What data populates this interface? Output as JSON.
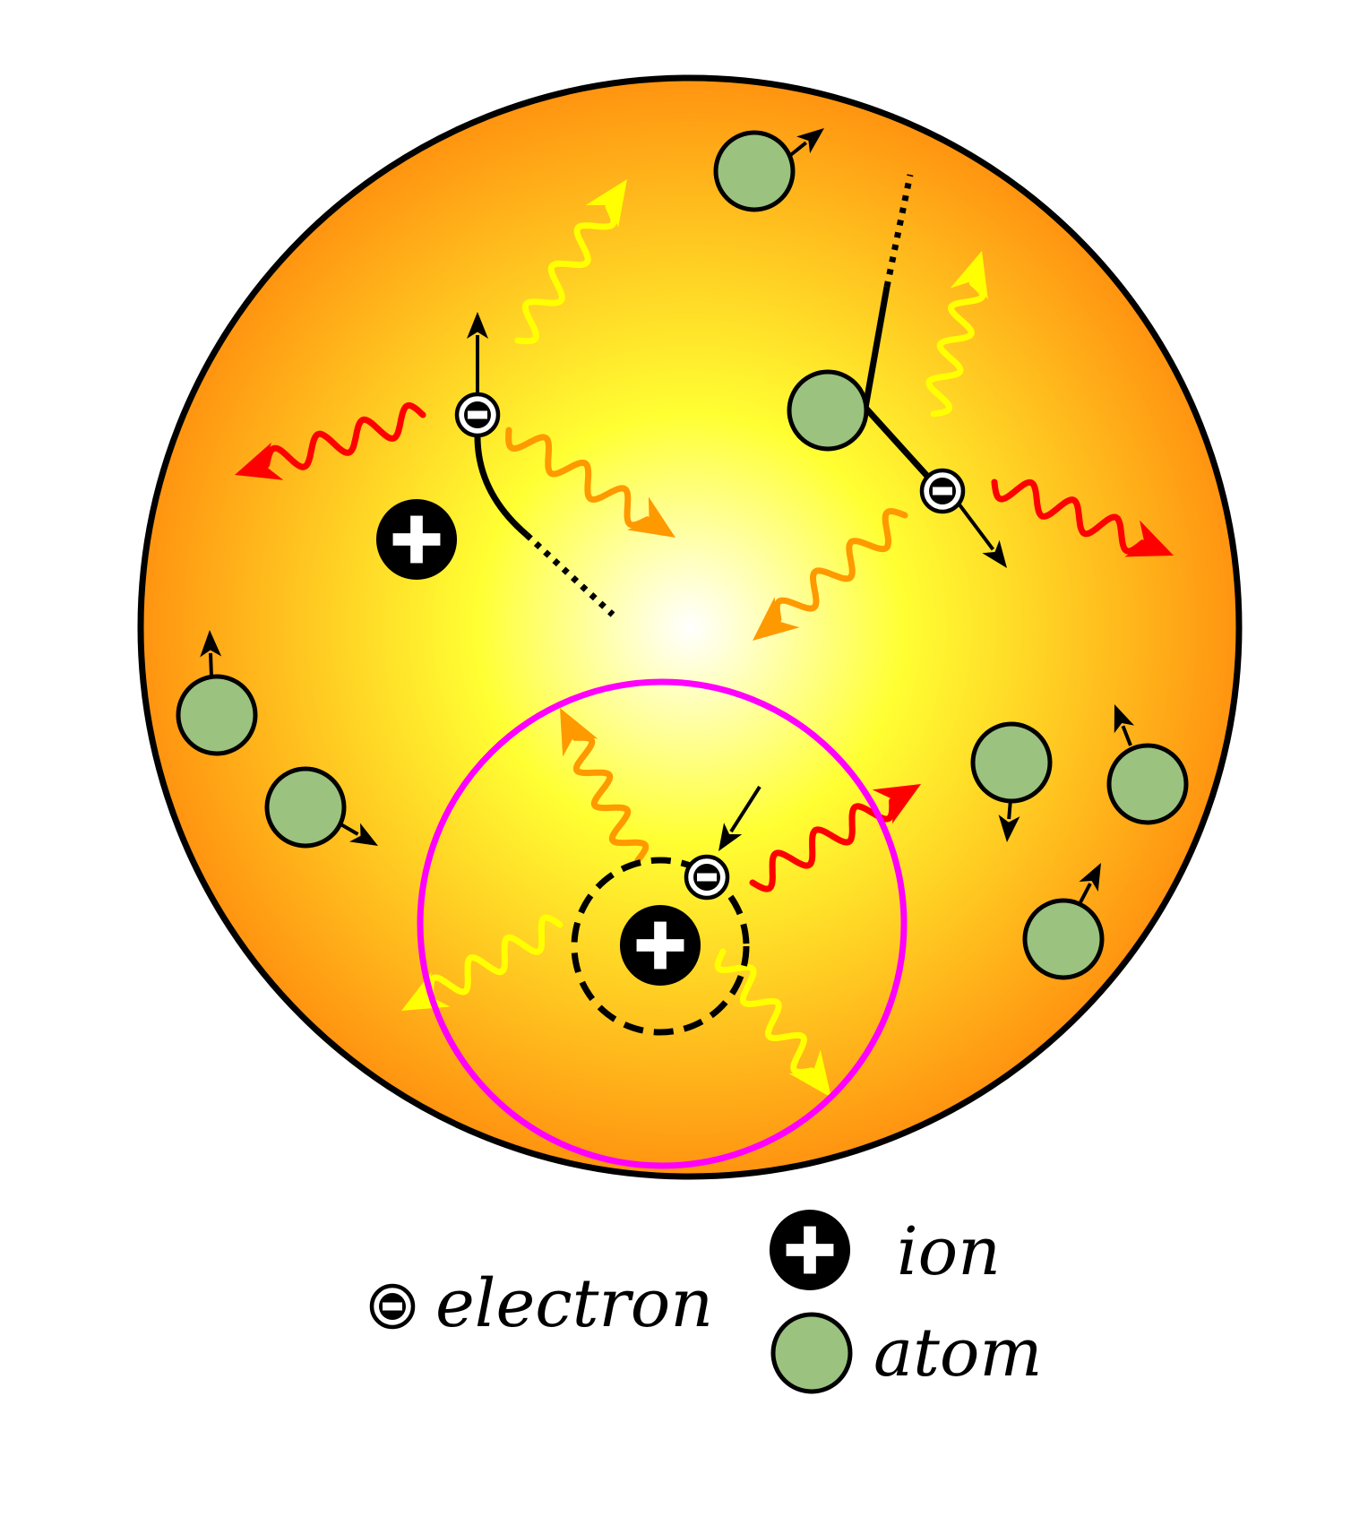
{
  "colors": {
    "plasma_center": "#ffffff",
    "plasma_mid": "#ffff33",
    "plasma_edge": "#ff8a0d",
    "atom_fill": "#9bc27f",
    "outline": "#000000",
    "debye_sphere": "#ff00ff",
    "photon_red": "#ff0000",
    "photon_orange": "#ff9900",
    "photon_yellow": "#ffff00"
  },
  "legend": {
    "electron": "electron",
    "ion": "ion",
    "atom": "atom"
  },
  "icons": {
    "electron": "minus-in-circle",
    "ion": "plus-in-circle",
    "atom": "green-circle"
  }
}
